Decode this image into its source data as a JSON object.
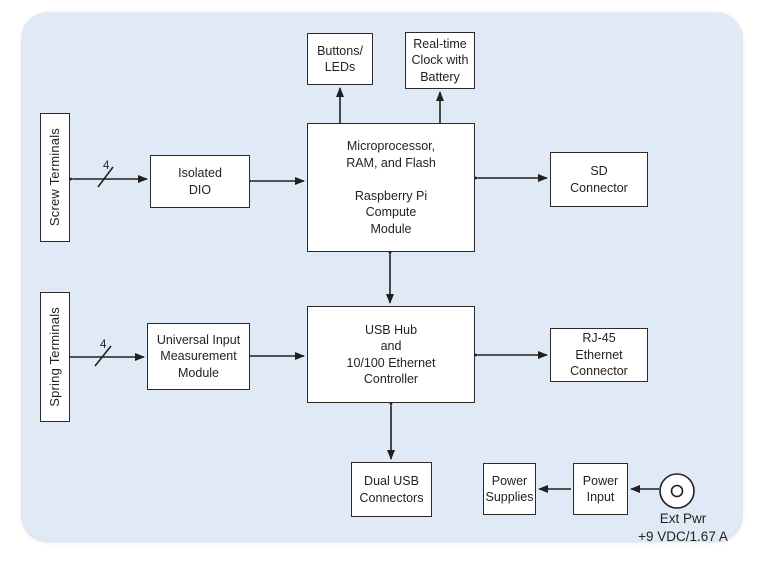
{
  "diagram": {
    "kind": "hardware-block-diagram",
    "colors": {
      "panel_bg": "#dfeaf6",
      "box_fill": "#ffffff",
      "box_border": "#2d292a",
      "arrow": "#231f20",
      "text": "#231f20"
    },
    "nodes": {
      "buttons_leds": "Buttons/\nLEDs",
      "rtc": "Real-time\nClock with\nBattery",
      "screw_terminals": "Screw Terminals",
      "isolated_dio": "Isolated\nDIO",
      "microprocessor": "Microprocessor,\nRAM, and Flash\n\nRaspberry Pi\nCompute\nModule",
      "sd_connector": "SD\nConnector",
      "spring_terminals": "Spring Terminals",
      "universal_input": "Universal Input\nMeasurement\nModule",
      "usb_hub": "USB Hub\nand\n10/100 Ethernet\nController",
      "rj45": "RJ-45\nEthernet\nConnector",
      "dual_usb": "Dual USB\nConnectors",
      "power_supplies": "Power\nSupplies",
      "power_input": "Power\nInput"
    },
    "bus_labels": {
      "screw": "4",
      "spring": "4"
    },
    "ext_pwr": {
      "caption": "Ext Pwr\n+9 VDC/1.67 A"
    }
  }
}
